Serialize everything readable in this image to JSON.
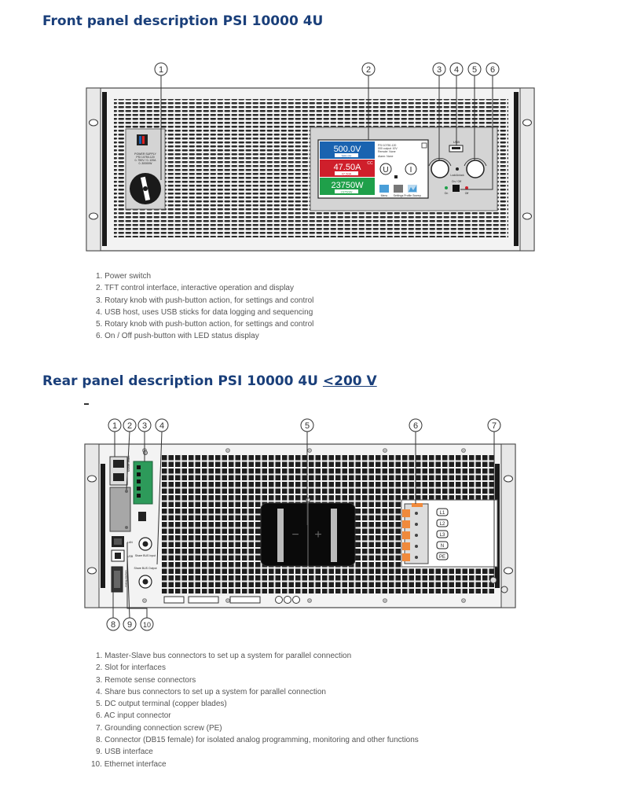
{
  "front": {
    "title": "Front panel description PSI 10000 4U",
    "callouts": [
      "1",
      "2",
      "3",
      "4",
      "5",
      "6"
    ],
    "display": {
      "voltage": "500.0V",
      "voltage_set": "500.0V",
      "current": "47.50A",
      "current_set": "47.50A",
      "current_mode": "CC",
      "power": "23750W",
      "power_set": "23750W",
      "info_lines": [
        "PSI 10750-120",
        "000 output: 10V",
        "Remote: None",
        "Alarm: None"
      ],
      "buttons": [
        "Menu",
        "Settings",
        "Profile Sweep"
      ],
      "knob_left": "U",
      "knob_right": "I"
    },
    "panel_labels": {
      "usb": "USB",
      "lock_unlock": "Lock/Unlock",
      "on_off": "On / Off",
      "on": "On",
      "off": "Off",
      "model_lines": [
        "POWER SUPPLY",
        "PSI 10750-120",
        "0..750V / 0..120A",
        "0..30000W"
      ]
    },
    "items": [
      "Power switch",
      "TFT control interface, interactive operation and display",
      "Rotary knob with push-button action, for settings and control",
      "USB host, uses USB sticks for data logging and sequencing",
      "Rotary knob with push-button action, for settings and control",
      "On / Off push-button with LED status display"
    ]
  },
  "rear": {
    "title_prefix": "Rear panel description PSI 10000 4U ",
    "title_limit": "<200 V",
    "callouts": [
      "1",
      "2",
      "3",
      "4",
      "5",
      "6",
      "7",
      "8",
      "9",
      "10"
    ],
    "panel_labels": {
      "master_slave": "Master-Slave",
      "lan": "LAN",
      "usb": "USB",
      "share_bus_input": "Share BUS Input",
      "share_bus_output": "Share BUS Output",
      "analog_interface": "Analog Interface",
      "ac_terminals": [
        "L1",
        "L2",
        "L3",
        "N",
        "PE"
      ],
      "dc_minus": "−",
      "dc_plus": "+"
    },
    "items": [
      "Master-Slave bus connectors to set up a system for parallel connection",
      "Slot for interfaces",
      "Remote sense connectors",
      "Share bus connectors to set up a system for parallel connection",
      "DC output terminal (copper blades)",
      "AC input connector",
      "Grounding connection screw (PE)",
      "Connector (DB15 female) for isolated analog programming, monitoring and other functions",
      "USB interface",
      "Ethernet interface"
    ]
  },
  "colors": {
    "title": "#1a3f7a",
    "voltage_bg": "#1a63b0",
    "current_bg": "#cf1f2b",
    "power_bg": "#1fa04a",
    "connector_green": "#2d9a5a",
    "ac_orange": "#f08a3c"
  }
}
